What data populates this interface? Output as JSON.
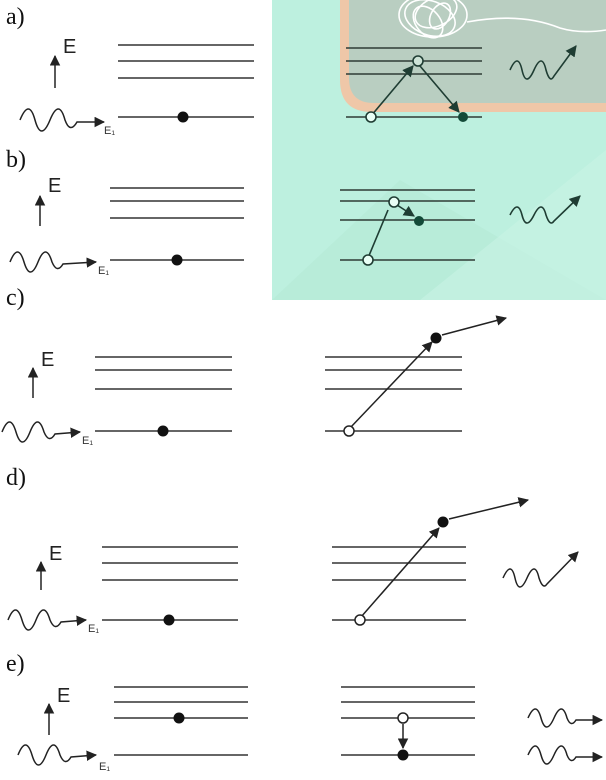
{
  "panels": [
    {
      "label": "a)",
      "energy": "E",
      "ground": "E₁"
    },
    {
      "label": "b)",
      "energy": "E",
      "ground": "E₁"
    },
    {
      "label": "c)",
      "energy": "E",
      "ground": "E₁"
    },
    {
      "label": "d)",
      "energy": "E",
      "ground": "E₁"
    },
    {
      "label": "e)",
      "energy": "E",
      "ground": "E₁"
    }
  ],
  "colors": {
    "background": "#ffffff",
    "inset_bg": "#bdf0df",
    "inset_board": "#b9cec1",
    "inset_frame": "#efc7a8",
    "ink": "#222222",
    "inset_ink": "#1f5a46"
  },
  "icons": [
    "photon-wave-icon",
    "energy-arrow-icon",
    "electron-dot-icon",
    "hole-circle-icon",
    "scribble-icon"
  ]
}
